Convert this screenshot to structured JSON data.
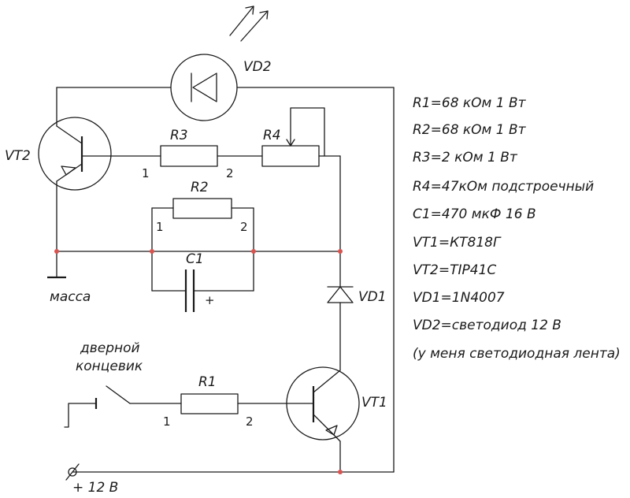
{
  "components": {
    "vd2": "VD2",
    "vt2": "VT2",
    "r3": "R3",
    "r4": "R4",
    "r2": "R2",
    "c1": "C1",
    "c1_plus": "+",
    "vd1": "VD1",
    "vt1": "VT1",
    "r1": "R1"
  },
  "pins": {
    "r3_p1": "1",
    "r3_p2": "2",
    "r2_p1": "1",
    "r2_p2": "2",
    "r1_p1": "1",
    "r1_p2": "2"
  },
  "nets": {
    "ground": "масса",
    "switch_line1": "дверной",
    "switch_line2": "концевик",
    "supply": "+ 12 В"
  },
  "specs": [
    "R1=68 кОм 1 Вт",
    "R2=68 кОм 1 Вт",
    "R3=2 кОм 1 Вт",
    "R4=47кОм подстроечный",
    "C1=470 мкФ 16 В",
    "VT1=КТ818Г",
    "VT2=TIP41C",
    "VD1=1N4007",
    "VD2=светодиод 12 В",
    "(у меня светодиодная лента)"
  ]
}
